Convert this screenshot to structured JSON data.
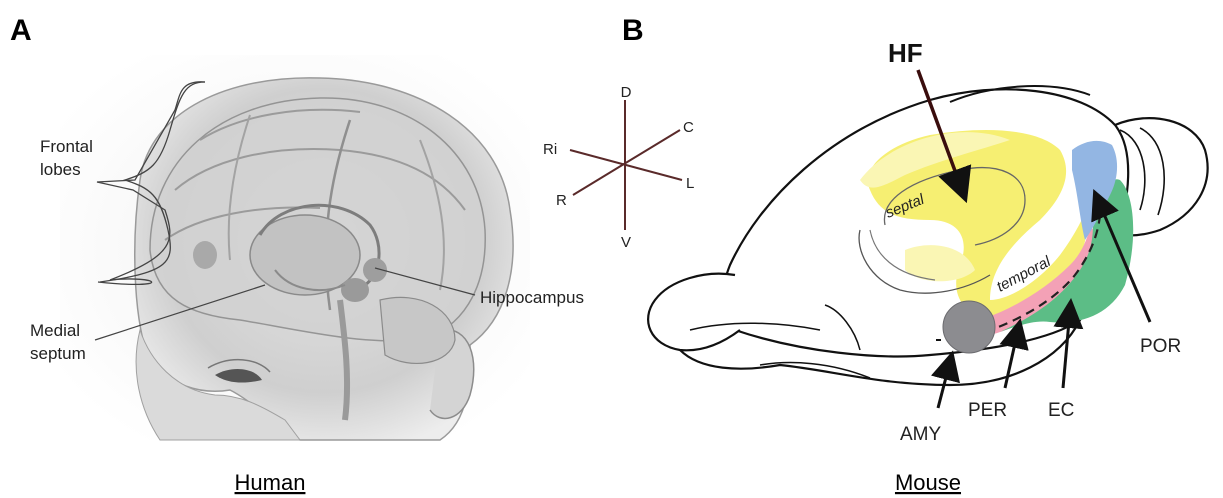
{
  "panels": {
    "a": {
      "letter": "A",
      "caption": "Human",
      "labels": {
        "frontal_line1": "Frontal",
        "frontal_line2": "lobes",
        "hippocampus": "Hippocampus",
        "septum_line1": "Medial",
        "septum_line2": "septum"
      }
    },
    "b": {
      "letter": "B",
      "caption": "Mouse",
      "axes": {
        "dorsal": "D",
        "ventral": "V",
        "caudal": "C",
        "lateral": "L",
        "rostral_medial": "Ri",
        "rostral": "R"
      },
      "labels": {
        "hf": "HF",
        "septal": "septal",
        "temporal": "temporal",
        "amy": "AMY",
        "per": "PER",
        "ec": "EC",
        "por": "POR"
      }
    }
  },
  "colors": {
    "hippocampal_formation": "#f6ee6a",
    "hippocampal_formation_light": "#faf6b4",
    "perirhinal": "#f3a1b6",
    "entorhinal": "#5cbd86",
    "postrhinal": "#93b6e3",
    "amygdala": "#8c8c90",
    "axis_lines": "#5a2a2a"
  }
}
